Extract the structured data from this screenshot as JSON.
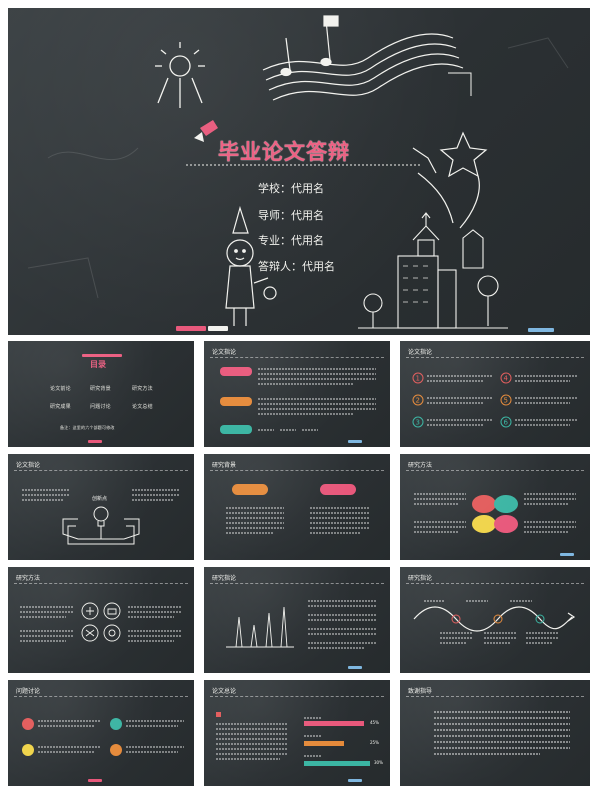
{
  "cover": {
    "title": "毕业论文答辩",
    "fields": [
      {
        "label": "学校：",
        "value": "代用名"
      },
      {
        "label": "导师：",
        "value": "代用名"
      },
      {
        "label": "专业：",
        "value": "代用名"
      },
      {
        "label": "答辩人：",
        "value": "代用名"
      }
    ]
  },
  "slides": {
    "toc": {
      "heading": "目录",
      "items": [
        "论文前论",
        "研究背景",
        "研究方法",
        "研究成果",
        "问题讨论",
        "论文总结"
      ],
      "footer": "备注：这里的六个部题可修改"
    },
    "s3": {
      "header": "论文指论"
    },
    "s4": {
      "header": "论文指论"
    },
    "s5": {
      "header": "论文指论",
      "center": "创新点"
    },
    "s6": {
      "header": "研究背景"
    },
    "s7": {
      "header": "研究方法"
    },
    "s8": {
      "header": "研究方法"
    },
    "s9": {
      "header": "研究指论"
    },
    "s10": {
      "header": "研究指论"
    },
    "s11": {
      "header": "问题讨论"
    },
    "s12": {
      "header": "论文总论",
      "percents": [
        "45%",
        "25%",
        "30%"
      ]
    },
    "s13": {
      "header": "致谢指导"
    }
  },
  "colors": {
    "board": "#2e3436",
    "chalk": "#f2f2ee",
    "pink": "#e8587b",
    "orange": "#e58a3a",
    "teal": "#3bb5a3",
    "yellow": "#f0d44a",
    "red": "#e25b5b"
  }
}
